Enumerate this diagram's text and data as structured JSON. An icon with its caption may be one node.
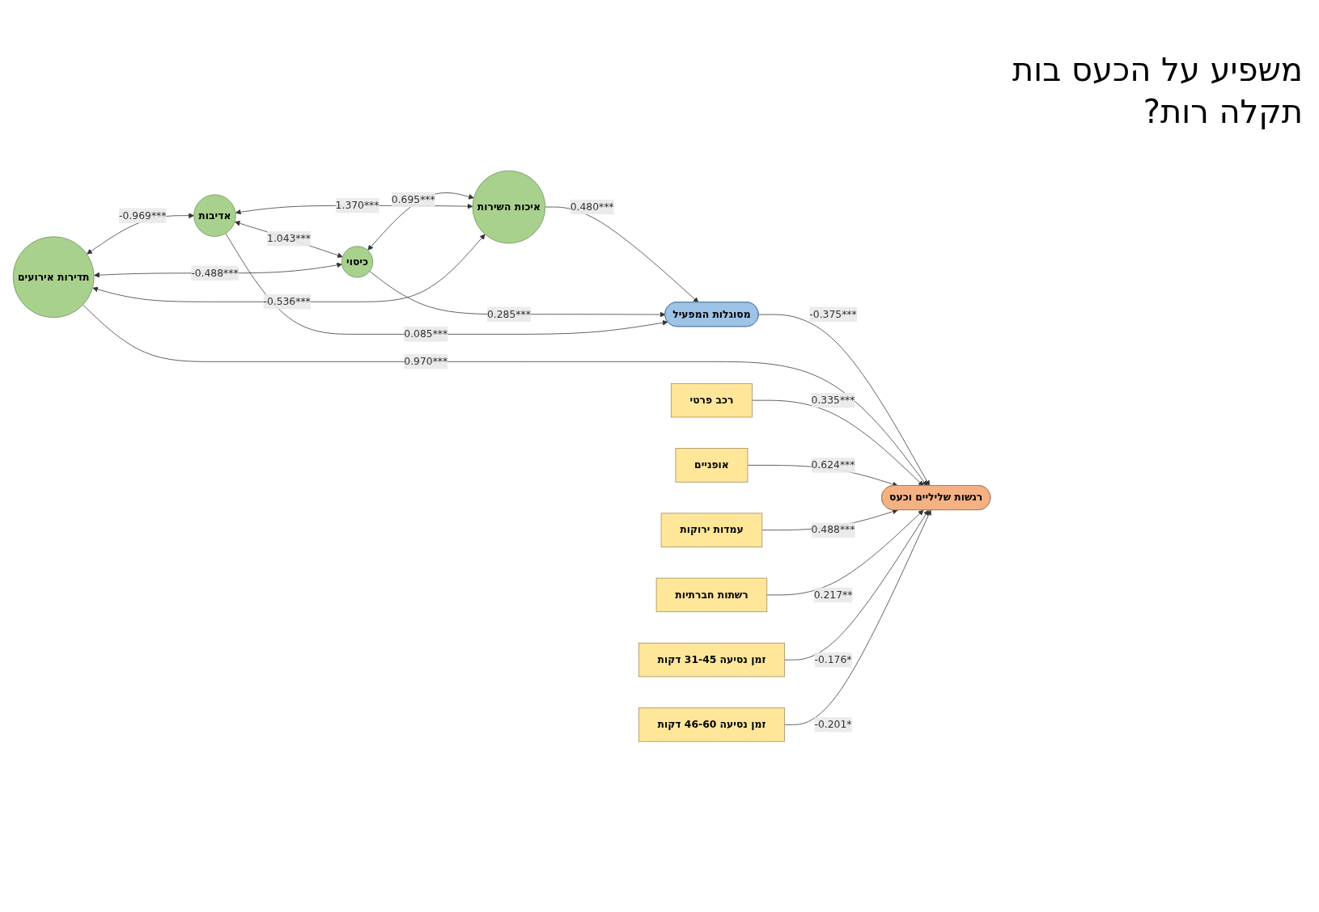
{
  "diagram": {
    "nodes": [
      {
        "text": [
          "איכות השירות"
        ]
      },
      {
        "text": [
          "כיסוי"
        ]
      },
      {
        "text": [
          "אדיבות"
        ]
      },
      {
        "text": [
          "תדירות אירועים"
        ]
      },
      {
        "text": [
          "מסוגלות המפעיל"
        ]
      },
      {
        "text": [
          "רגשות שליליים וכעס"
        ]
      },
      {
        "text": [
          "רכב פרטי"
        ]
      },
      {
        "text": [
          "אופניים"
        ]
      },
      {
        "text": [
          "עמדות ירוקות"
        ]
      },
      {
        "text": [
          "רשתות חברתיות"
        ]
      },
      {
        "text": [
          "זמן נסיעה 31-45 דקות"
        ]
      },
      {
        "text": [
          "זמן נסיעה 46-60 דקות"
        ]
      }
    ],
    "edges": [
      {
        "from": 0,
        "to": 4,
        "arrow": "to",
        "label": "0.480***"
      },
      {
        "from": 1,
        "to": 4,
        "arrow": "to",
        "label": "0.285***"
      },
      {
        "from": 2,
        "to": 4,
        "arrow": "to",
        "label": "0.085***"
      },
      {
        "from": 4,
        "to": 5,
        "arrow": "to",
        "label": "-0.375***"
      },
      {
        "from": 3,
        "to": 5,
        "arrow": "to",
        "label": "0.970***"
      },
      {
        "from": 0,
        "to": 1,
        "arrow": "both",
        "label": "0.695***"
      },
      {
        "from": 0,
        "to": 2,
        "arrow": "both",
        "label": "1.370***"
      },
      {
        "from": 0,
        "to": 3,
        "arrow": "both",
        "label": "-0.536***"
      },
      {
        "from": 1,
        "to": 2,
        "arrow": "both",
        "label": "1.043***"
      },
      {
        "from": 1,
        "to": 3,
        "arrow": "both",
        "label": "-0.488***"
      },
      {
        "from": 2,
        "to": 3,
        "arrow": "both",
        "label": "-0.969***"
      },
      {
        "from": 6,
        "to": 5,
        "arrow": "to",
        "label": "0.335***"
      },
      {
        "from": 7,
        "to": 5,
        "arrow": "to",
        "label": "0.624***"
      },
      {
        "from": 8,
        "to": 5,
        "arrow": "to",
        "label": "0.488***"
      },
      {
        "from": 9,
        "to": 5,
        "arrow": "to",
        "label": "0.217**"
      },
      {
        "from": 10,
        "to": 5,
        "arrow": "to",
        "label": "-0.176*"
      },
      {
        "from": 11,
        "to": 5,
        "arrow": "to",
        "label": "-0.201*"
      }
    ],
    "labels": [
      "משפיע על הכעס בות תקלה רות?"
    ]
  }
}
